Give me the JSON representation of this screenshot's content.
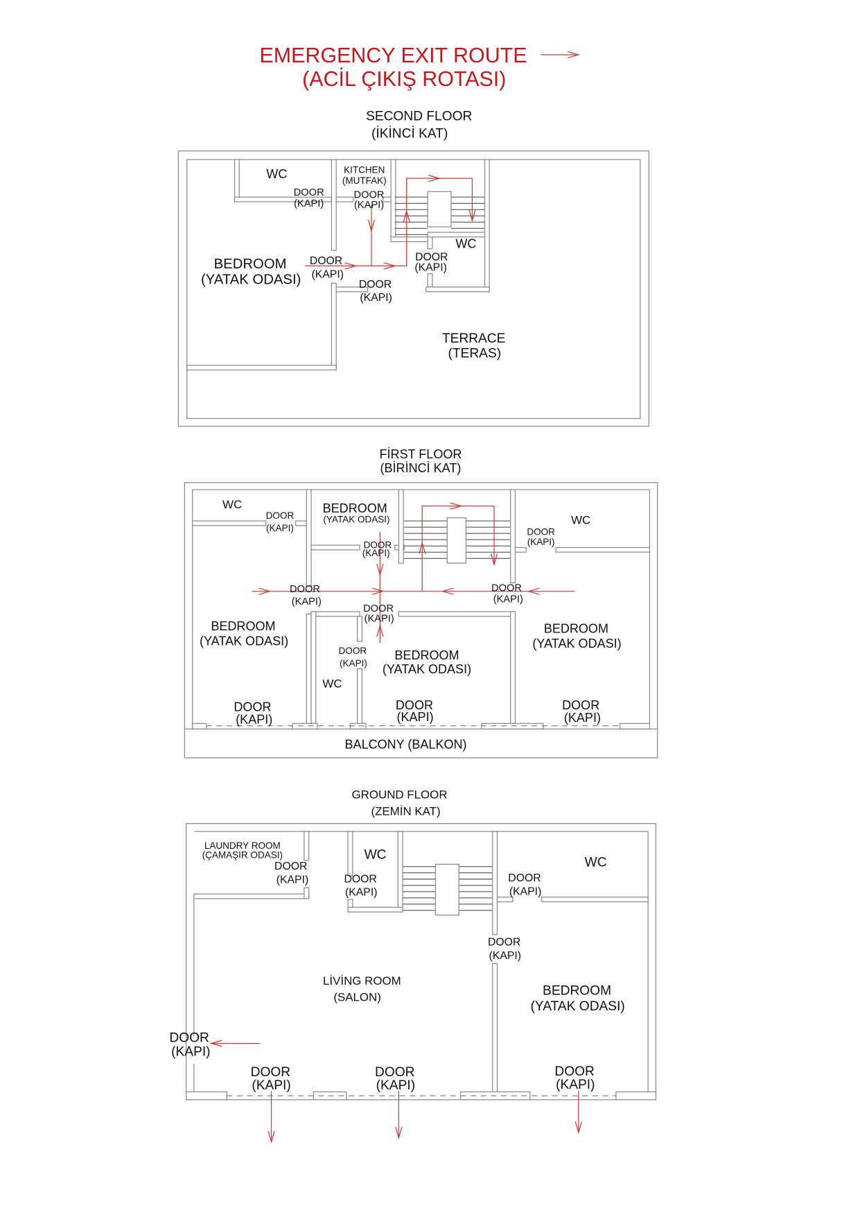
{
  "title": {
    "line1": "EMERGENCY EXIT ROUTE",
    "line2": "(ACİL ÇIKIŞ ROTASI)"
  },
  "colors": {
    "route": "#d23a3a",
    "title": "#c8161d",
    "wall": "#8a8a8a"
  },
  "second_floor": {
    "title": "SECOND FLOOR",
    "subtitle": "(İKİNCİ KAT)",
    "labels": [
      "WC",
      "KITCHEN",
      "(MUTFAK)",
      "DOOR",
      "(KAPI)",
      "DOOR",
      "(KAPI)",
      "BEDROOM",
      "(YATAK ODASI)",
      "DOOR",
      "(KAPI)",
      "WC",
      "DOOR",
      "(KAPI)",
      "DOOR",
      "(KAPI)",
      "TERRACE",
      "(TERAS)"
    ]
  },
  "first_floor": {
    "title": "FİRST FLOOR",
    "subtitle": "(BİRİNCİ KAT)",
    "labels": [
      "WC",
      "DOOR",
      "(KAPI)",
      "BEDROOM",
      "(YATAK ODASI)",
      "DOOR",
      "(KAPI)",
      "WC",
      "DOOR",
      "(KAPI)",
      "DOOR",
      "(KAPI)",
      "DOOR",
      "(KAPI)",
      "DOOR",
      "(KAPI)",
      "BEDROOM",
      "(YATAK ODASI)",
      "DOOR",
      "(KAPI)",
      "BEDROOM",
      "(YATAK ODASI)",
      "BEDROOM",
      "(YATAK ODASI)",
      "WC",
      "DOOR",
      "(KAPI)",
      "DOOR",
      "(KAPI)",
      "DOOR",
      "(KAPI)",
      "BALCONY (BALKON)"
    ]
  },
  "ground_floor": {
    "title": "GROUND FLOOR",
    "subtitle": "(ZEMİN KAT)",
    "labels": [
      "LAUNDRY ROOM",
      "(ÇAMAŞIR ODASI)",
      "DOOR",
      "(KAPI)",
      "WC",
      "DOOR",
      "(KAPI)",
      "WC",
      "DOOR",
      "(KAPI)",
      "DOOR",
      "(KAPI)",
      "LİVİNG ROOM",
      "(SALON)",
      "BEDROOM",
      "(YATAK ODASI)",
      "DOOR",
      "(KAPI)",
      "DOOR",
      "(KAPI)",
      "DOOR",
      "(KAPI)",
      "DOOR",
      "(KAPI)"
    ]
  }
}
